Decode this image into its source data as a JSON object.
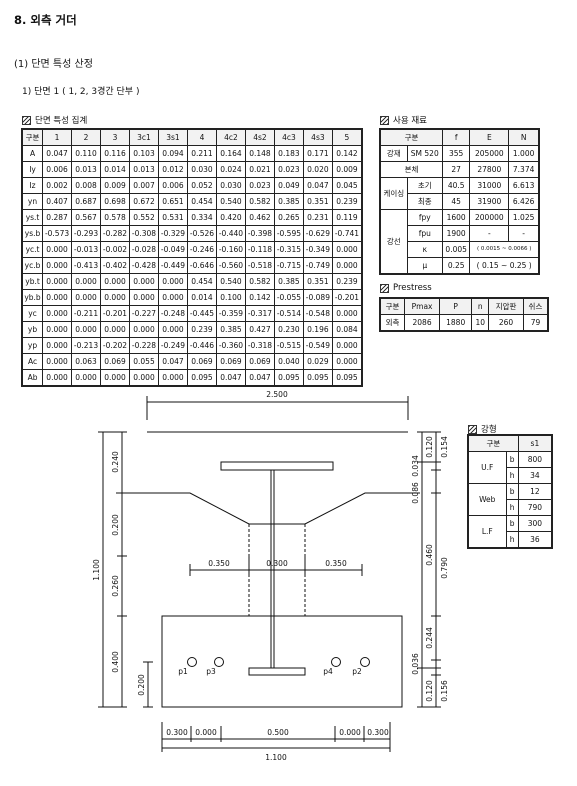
{
  "headings": {
    "section": "8.  외측 거더",
    "subsection": "(1) 단면 특성 산정",
    "subsubsection": "1) 단면 1 ( 1, 2, 3경간 단부 )"
  },
  "section_table": {
    "caption": "단면 특성 집계",
    "columns": [
      "구분",
      "1",
      "2",
      "3",
      "3c1",
      "3s1",
      "4",
      "4c2",
      "4s2",
      "4c3",
      "4s3",
      "5"
    ],
    "rows": [
      [
        "A",
        "0.047",
        "0.110",
        "0.116",
        "0.103",
        "0.094",
        "0.211",
        "0.164",
        "0.148",
        "0.183",
        "0.171",
        "0.142"
      ],
      [
        "Iy",
        "0.006",
        "0.013",
        "0.014",
        "0.013",
        "0.012",
        "0.030",
        "0.024",
        "0.021",
        "0.023",
        "0.020",
        "0.009"
      ],
      [
        "Iz",
        "0.002",
        "0.008",
        "0.009",
        "0.007",
        "0.006",
        "0.052",
        "0.030",
        "0.023",
        "0.049",
        "0.047",
        "0.045"
      ],
      [
        "yn",
        "0.407",
        "0.687",
        "0.698",
        "0.672",
        "0.651",
        "0.454",
        "0.540",
        "0.582",
        "0.385",
        "0.351",
        "0.239"
      ],
      [
        "ys.t",
        "0.287",
        "0.567",
        "0.578",
        "0.552",
        "0.531",
        "0.334",
        "0.420",
        "0.462",
        "0.265",
        "0.231",
        "0.119"
      ],
      [
        "ys.b",
        "-0.573",
        "-0.293",
        "-0.282",
        "-0.308",
        "-0.329",
        "-0.526",
        "-0.440",
        "-0.398",
        "-0.595",
        "-0.629",
        "-0.741"
      ],
      [
        "yc.t",
        "0.000",
        "-0.013",
        "-0.002",
        "-0.028",
        "-0.049",
        "-0.246",
        "-0.160",
        "-0.118",
        "-0.315",
        "-0.349",
        "0.000"
      ],
      [
        "yc.b",
        "0.000",
        "-0.413",
        "-0.402",
        "-0.428",
        "-0.449",
        "-0.646",
        "-0.560",
        "-0.518",
        "-0.715",
        "-0.749",
        "0.000"
      ],
      [
        "yb.t",
        "0.000",
        "0.000",
        "0.000",
        "0.000",
        "0.000",
        "0.454",
        "0.540",
        "0.582",
        "0.385",
        "0.351",
        "0.239"
      ],
      [
        "yb.b",
        "0.000",
        "0.000",
        "0.000",
        "0.000",
        "0.000",
        "0.014",
        "0.100",
        "0.142",
        "-0.055",
        "-0.089",
        "-0.201"
      ],
      [
        "yc",
        "0.000",
        "-0.211",
        "-0.201",
        "-0.227",
        "-0.248",
        "-0.445",
        "-0.359",
        "-0.317",
        "-0.514",
        "-0.548",
        "0.000"
      ],
      [
        "yb",
        "0.000",
        "0.000",
        "0.000",
        "0.000",
        "0.000",
        "0.239",
        "0.385",
        "0.427",
        "0.230",
        "0.196",
        "0.084"
      ],
      [
        "yp",
        "0.000",
        "-0.213",
        "-0.202",
        "-0.228",
        "-0.249",
        "-0.446",
        "-0.360",
        "-0.318",
        "-0.515",
        "-0.549",
        "0.000"
      ],
      [
        "Ac",
        "0.000",
        "0.063",
        "0.069",
        "0.055",
        "0.047",
        "0.069",
        "0.069",
        "0.069",
        "0.040",
        "0.029",
        "0.000"
      ],
      [
        "Ab",
        "0.000",
        "0.000",
        "0.000",
        "0.000",
        "0.000",
        "0.095",
        "0.047",
        "0.047",
        "0.095",
        "0.095",
        "0.095"
      ]
    ]
  },
  "materials_table": {
    "caption": "사용 재료",
    "header": [
      "구분",
      "f",
      "E",
      "N"
    ],
    "rows": [
      {
        "a": "강재",
        "b": "SM 520",
        "f": "355",
        "E": "205000",
        "N": "1.000"
      },
      {
        "a": "본체",
        "b": "",
        "f": "27",
        "E": "27800",
        "N": "7.374"
      },
      {
        "a": "케이싱",
        "b": "초기",
        "f": "40.5",
        "E": "31000",
        "N": "6.613"
      },
      {
        "a": "",
        "b": "최종",
        "f": "45",
        "E": "31900",
        "N": "6.426"
      },
      {
        "a": "강선",
        "b": "fpy",
        "f": "1600",
        "E": "200000",
        "N": "1.025"
      },
      {
        "a": "",
        "b": "fpu",
        "f": "1900",
        "E": "-",
        "N": "-"
      },
      {
        "a": "",
        "b": "κ",
        "f": "0.005",
        "EN": "( 0.0015 ~ 0.0066 )"
      },
      {
        "a": "",
        "b": "μ",
        "f": "0.25",
        "EN": "( 0.15 ~ 0.25 )"
      }
    ]
  },
  "prestress_table": {
    "caption": "Prestress",
    "header": [
      "구분",
      "Pmax",
      "P",
      "n",
      "지압판",
      "쉬스"
    ],
    "row": [
      "외측",
      "2086",
      "1880",
      "10",
      "260",
      "79"
    ]
  },
  "steel_table": {
    "caption": "강형",
    "header": [
      "구분",
      "s1"
    ],
    "rows": [
      [
        "U.F",
        "b",
        "800"
      ],
      [
        "",
        "h",
        "34"
      ],
      [
        "Web",
        "b",
        "12"
      ],
      [
        "",
        "h",
        "790"
      ],
      [
        "L.F",
        "b",
        "300"
      ],
      [
        "",
        "h",
        "36"
      ]
    ]
  },
  "drawing": {
    "top_width": "2.500",
    "bottom_width": "1.100",
    "bottom_parts": [
      "0.300",
      "0.000",
      "0.500",
      "0.000",
      "0.300"
    ],
    "mid_parts": [
      "0.350",
      "0.300",
      "0.350"
    ],
    "left_total": "1.100",
    "left_parts": [
      "0.240",
      "0.200",
      "0.260",
      "0.400"
    ],
    "left_small": "0.200",
    "right_outer": [
      "0.154",
      "0.120",
      "0.086",
      "0.460",
      "0.244",
      "0.036",
      "0.120"
    ],
    "right_inner": [
      "0.034",
      "0.790",
      "0.156"
    ],
    "tendons": [
      "p1",
      "p3",
      "p4",
      "p2"
    ]
  }
}
